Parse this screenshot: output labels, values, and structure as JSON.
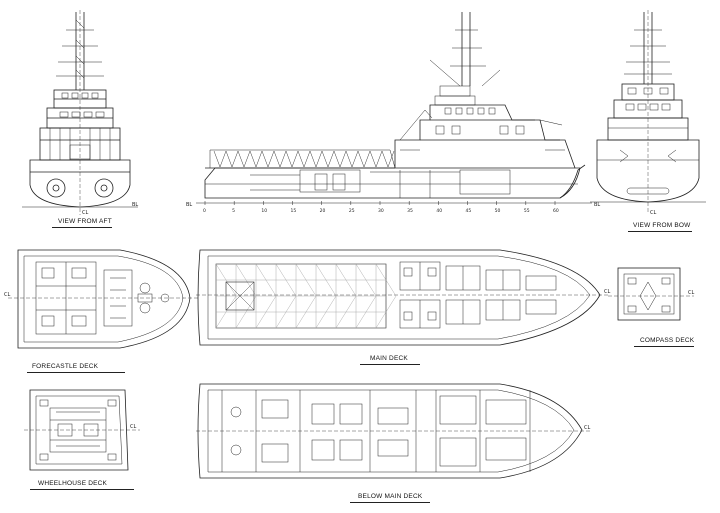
{
  "views": {
    "aft": {
      "caption": "VIEW FROM AFT"
    },
    "bow": {
      "caption": "VIEW FROM BOW"
    },
    "forecastle": {
      "caption": "FORECASTLE DECK"
    },
    "main": {
      "caption": "MAIN DECK"
    },
    "compass": {
      "caption": "COMPASS DECK"
    },
    "wheelhouse": {
      "caption": "WHEELHOUSE DECK"
    },
    "below": {
      "caption": "BELOW MAIN DECK"
    }
  },
  "marks": {
    "bl": "BL",
    "cl": "CL",
    "frames": [
      "0",
      "5",
      "10",
      "15",
      "20",
      "25",
      "30",
      "35",
      "40",
      "45",
      "50",
      "55",
      "60"
    ]
  },
  "colors": {
    "line": "#222222",
    "paper": "#ffffff",
    "hatch": "#9a9a9a"
  }
}
